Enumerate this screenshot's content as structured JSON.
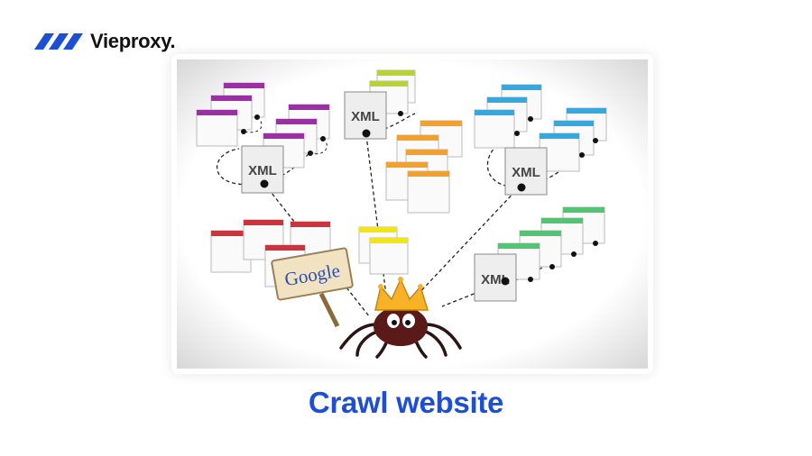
{
  "brand": {
    "name": "Vieproxy.",
    "logo_icon": "vieproxy-wing-logo",
    "color": "#1d4fd6"
  },
  "diagram": {
    "sitemap_label": "XML",
    "sign_label": "Google",
    "crawler_icon": "spider-crawler-with-crown",
    "page_colors": {
      "purple": "#9b2fa4",
      "lime": "#b9d23b",
      "orange": "#f0a132",
      "blue": "#3aa7dc",
      "red": "#c9343f",
      "yellow": "#f2e31b",
      "green": "#55c276"
    }
  },
  "caption": "Crawl website"
}
